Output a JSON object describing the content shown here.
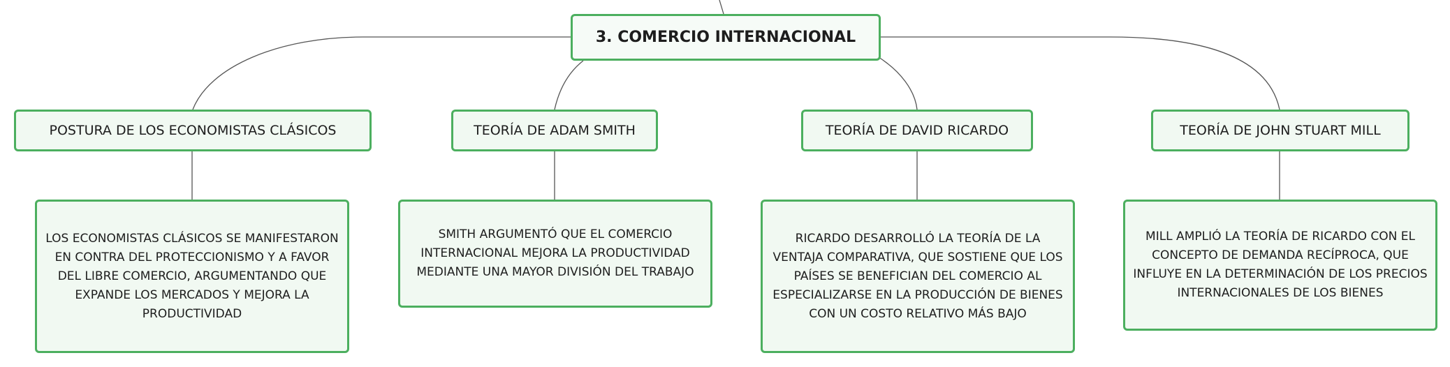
{
  "root": {
    "title": "3. COMERCIO INTERNACIONAL"
  },
  "branches": [
    {
      "title": "POSTURA DE LOS ECONOMISTAS CLÁSICOS",
      "detail": "LOS ECONOMISTAS CLÁSICOS SE MANIFESTARON EN CONTRA DEL PROTECCIONISMO Y A FAVOR DEL LIBRE COMERCIO, ARGUMENTANDO QUE EXPANDE LOS MERCADOS Y MEJORA LA PRODUCTIVIDAD"
    },
    {
      "title": "TEORÍA DE ADAM SMITH",
      "detail": "SMITH ARGUMENTÓ QUE EL COMERCIO INTERNACIONAL MEJORA LA PRODUCTIVIDAD MEDIANTE UNA MAYOR DIVISIÓN DEL TRABAJO"
    },
    {
      "title": "TEORÍA DE DAVID RICARDO",
      "detail": "RICARDO DESARROLLÓ LA TEORÍA DE LA VENTAJA COMPARATIVA, QUE SOSTIENE QUE LOS PAÍSES SE BENEFICIAN DEL COMERCIO AL ESPECIALIZARSE EN LA PRODUCCIÓN DE BIENES CON UN COSTO RELATIVO MÁS BAJO"
    },
    {
      "title": "TEORÍA DE JOHN STUART MILL",
      "detail": "MILL AMPLIÓ LA TEORÍA DE RICARDO CON EL CONCEPTO DE DEMANDA RECÍPROCA, QUE INFLUYE EN LA DETERMINACIÓN DE LOS PRECIOS INTERNACIONALES DE LOS BIENES"
    }
  ],
  "colors": {
    "node_border": "#4caf5f",
    "node_fill": "#f1f9f2",
    "connector": "#555555"
  }
}
